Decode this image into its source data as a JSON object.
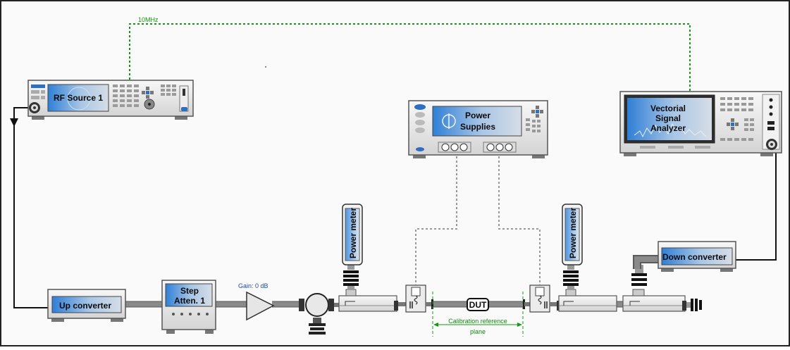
{
  "instruments": {
    "rf_source": "RF Source 1",
    "power_supplies_line1": "Power",
    "power_supplies_line2": "Supplies",
    "vsa_line1": "Vectorial",
    "vsa_line2": "Signal",
    "vsa_line3": "Analyzer",
    "up_converter": "Up converter",
    "down_converter": "Down converter",
    "step_atten_line1": "Step",
    "step_atten_line2": "Atten. 1",
    "power_meter_left": "Power meter",
    "power_meter_right": "Power meter",
    "dut": "DUT"
  },
  "labels": {
    "reference": "10MHz",
    "gain": "Gain: 0 dB",
    "calibration_line1": "Calibration reference",
    "calibration_line2": "plane"
  },
  "colors": {
    "reference_line": "#139a13",
    "screen_blue": "#3d86d8",
    "cable_gray": "#8a8a8a",
    "gain_text": "#1a4fa0",
    "calibration_text": "#108a10"
  }
}
